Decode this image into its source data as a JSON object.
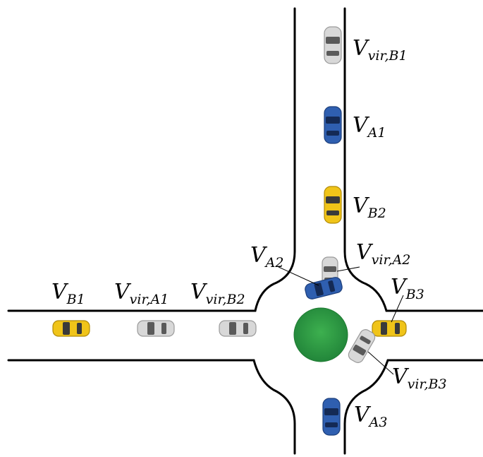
{
  "colors": {
    "blue_vehicle": "#2f5fb0",
    "yellow_vehicle": "#f0c419",
    "virtual_vehicle": "#d8d8d8",
    "roundabout_island": "#2e9e44",
    "road_edge": "#000000"
  },
  "vehicles": {
    "vir_B1": {
      "main": "V",
      "sub": "vir,B1"
    },
    "A1": {
      "main": "V",
      "sub": "A1"
    },
    "B2": {
      "main": "V",
      "sub": "B2"
    },
    "vir_A2": {
      "main": "V",
      "sub": "vir,A2"
    },
    "A2": {
      "main": "V",
      "sub": "A2"
    },
    "B1": {
      "main": "V",
      "sub": "B1"
    },
    "vir_A1": {
      "main": "V",
      "sub": "vir,A1"
    },
    "vir_B2": {
      "main": "V",
      "sub": "vir,B2"
    },
    "B3": {
      "main": "V",
      "sub": "B3"
    },
    "vir_B3": {
      "main": "V",
      "sub": "vir,B3"
    },
    "A3": {
      "main": "V",
      "sub": "A3"
    }
  }
}
